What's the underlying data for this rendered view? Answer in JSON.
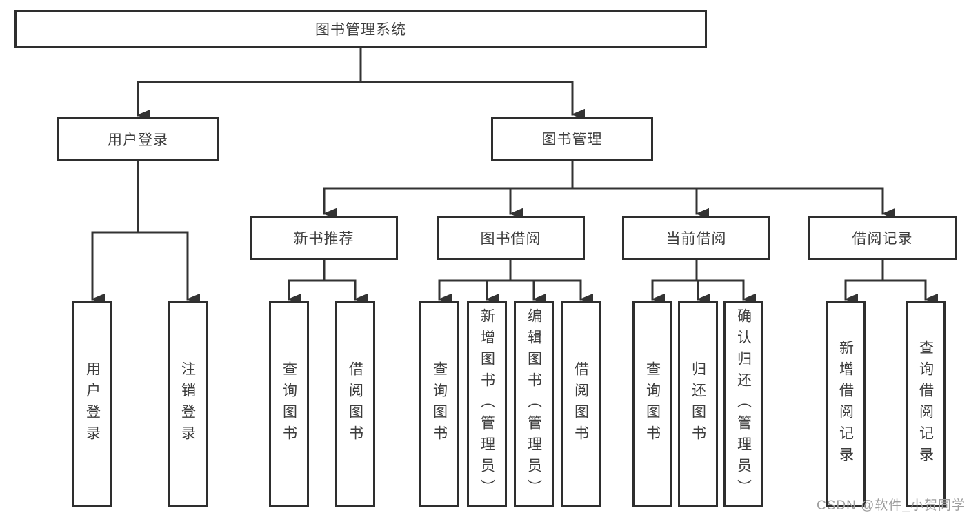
{
  "diagram": {
    "root": {
      "label": "图书管理系统"
    },
    "branches": [
      {
        "label": "用户登录",
        "children": [
          {
            "label": "用户登录"
          },
          {
            "label": "注销登录"
          }
        ]
      },
      {
        "label": "图书管理",
        "children": [
          {
            "label": "新书推荐",
            "children": [
              {
                "label": "查询图书"
              },
              {
                "label": "借阅图书"
              }
            ]
          },
          {
            "label": "图书借阅",
            "children": [
              {
                "label": "查询图书"
              },
              {
                "label": "新增图书（管理员）"
              },
              {
                "label": "编辑图书（管理员）"
              },
              {
                "label": "借阅图书"
              }
            ]
          },
          {
            "label": "当前借阅",
            "children": [
              {
                "label": "查询图书"
              },
              {
                "label": "归还图书"
              },
              {
                "label": "确认归还（管理员）"
              }
            ]
          },
          {
            "label": "借阅记录",
            "children": [
              {
                "label": "新增借阅记录"
              },
              {
                "label": "查询借阅记录"
              }
            ]
          }
        ]
      }
    ]
  },
  "watermark": {
    "text": "CSDN @软件_小贺同学",
    "color": "#9e9e9e"
  },
  "colors": {
    "line": "#333333",
    "box_border": "#2e2e2e",
    "box_fill": "#ffffff",
    "text": "#3d3d3d",
    "background": "#ffffff"
  }
}
